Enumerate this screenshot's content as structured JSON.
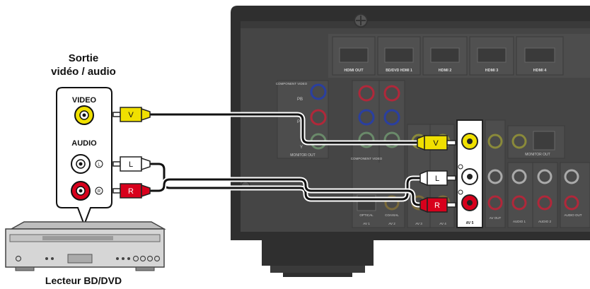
{
  "callout": {
    "title_line1": "Sortie",
    "title_line2": "vidéo / audio",
    "video_label": "VIDEO",
    "audio_label": "AUDIO",
    "left_channel_mark": "L",
    "right_channel_mark": "R"
  },
  "player": {
    "caption": "Lecteur BD/DVD"
  },
  "cables": {
    "video_plug": "V",
    "audio_left_plug": "L",
    "audio_right_plug": "R"
  },
  "receiver": {
    "hdmi_out": "HDMI OUT",
    "hdmi_1": "BD/DVD HDMI 1",
    "hdmi_2": "HDMI 2",
    "hdmi_3": "HDMI 3",
    "hdmi_4": "HDMI 4",
    "component_monitor_out_top": "COMPONENT VIDEO",
    "pb": "PB",
    "pr": "PR",
    "y": "Y",
    "monitor_out": "MONITOR OUT",
    "component_video": "COMPONENT VIDEO",
    "monitor_out_right": "MONITOR OUT",
    "optical": "OPTICAL",
    "coaxial": "COAXIAL",
    "av1": "AV 1",
    "av2": "AV 2",
    "av3": "AV 3",
    "av4": "AV 4",
    "av5": "AV 5",
    "av_out": "AV OUT",
    "audio1": "AUDIO 1",
    "audio2": "AUDIO 2",
    "audio_out": "AUDIO OUT"
  },
  "colors": {
    "video_yellow": "#f0e000",
    "audio_red": "#d8001c",
    "audio_white": "#ffffff",
    "panel_dark": "#3c3c3c",
    "panel_mid": "#4a4a4a",
    "hdmi_blue": "#2a3fa0",
    "pr_red": "#b0283a"
  }
}
